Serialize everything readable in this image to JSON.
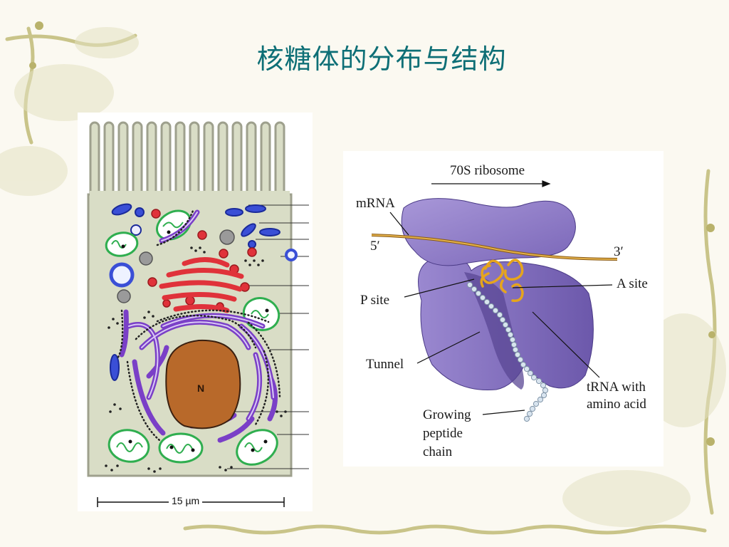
{
  "slide": {
    "title": "核糖体的分布与结构"
  },
  "cell_diagram": {
    "nucleus_label": "N",
    "scale_bar": "15 µm"
  },
  "ribosome_diagram": {
    "labels": {
      "header": "70S ribosome",
      "mrna": "mRNA",
      "five_prime": "5′",
      "three_prime": "3′",
      "p_site": "P site",
      "a_site": "A site",
      "tunnel": "Tunnel",
      "trna_line1": "tRNA with",
      "trna_line2": "amino acid",
      "peptide_line1": "Growing",
      "peptide_line2": "peptide",
      "peptide_line3": "chain"
    }
  },
  "colors": {
    "title": "#0e6f76",
    "ribosome": "#8c78c6",
    "mrna": "#c8952e",
    "mitochondria": "#2fae4f",
    "er": "#7a3fc7",
    "golgi": "#e0323a",
    "nucleus": "#b8692a"
  }
}
